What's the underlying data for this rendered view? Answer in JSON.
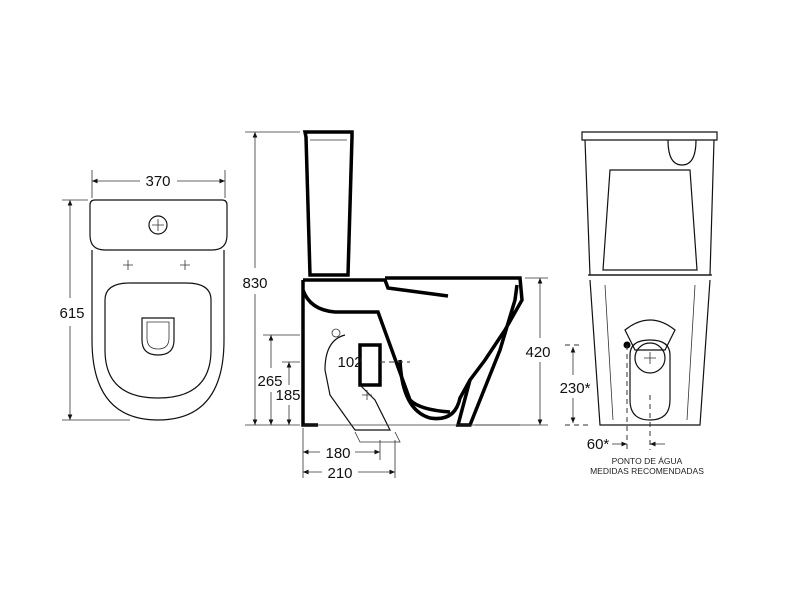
{
  "dimensions": {
    "top_width": "370",
    "top_length": "615",
    "total_height": "830",
    "outlet_height_265": "265",
    "outlet_height_185": "185",
    "outlet_diameter": "102",
    "outlet_distance_180": "180",
    "outlet_distance_210": "210",
    "bowl_height": "420",
    "water_point_height": "230*",
    "water_point_offset": "60*"
  },
  "notes": {
    "line1": "PONTO DE ÁGUA",
    "line2": "MEDIDAS RECOMENDADAS"
  }
}
